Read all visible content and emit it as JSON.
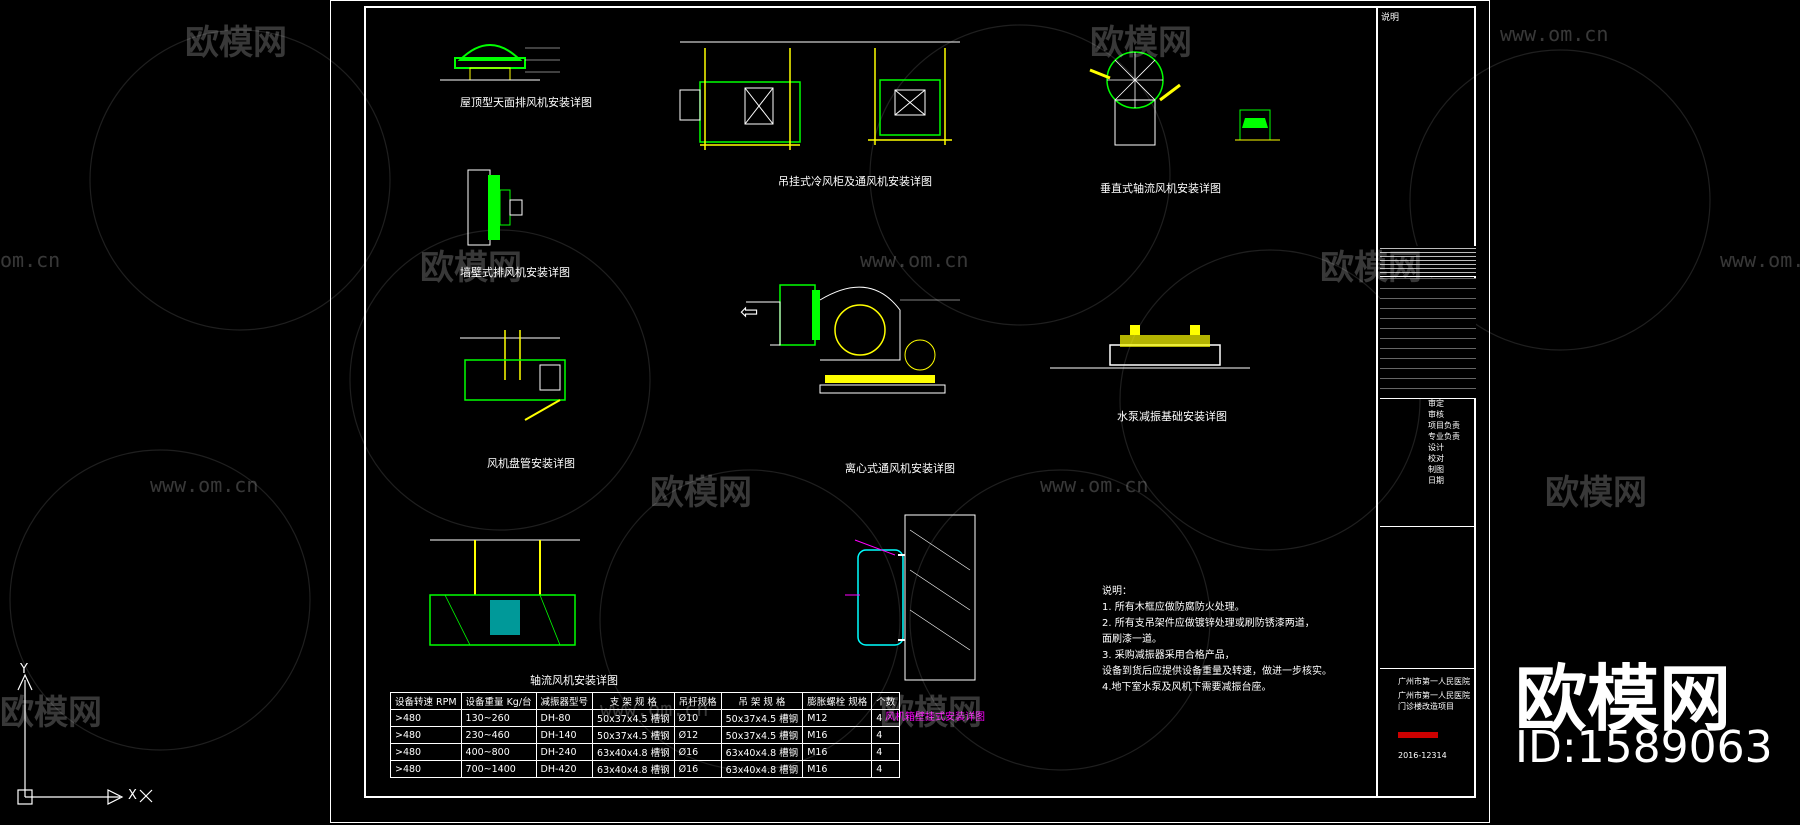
{
  "drawing": {
    "titles": {
      "roof_fan": "屋顶型天面排风机安装详图",
      "hanging_fan": "吊挂式冷风柜及通风机安装详图",
      "vertical_fan": "垂直式轴流风机安装详图",
      "wall_fan": "墙壁式排风机安装详图",
      "duct_fan": "风机盘管安装详图",
      "centrifugal_fan": "离心式通风机安装详图",
      "pump_base": "水泵减振基础安装详图",
      "axial_fan": "轴流风机安装详图",
      "wall_mount_magenta": "风机箱壁挂式安装详图"
    },
    "notes": {
      "heading": "说明：",
      "lines": [
        "1. 所有木框应做防腐防火处理。",
        "2. 所有支吊架件应做镀锌处理或刷防锈漆两道，",
        "面刷漆一道。",
        "3. 采购减振器采用合格产品，",
        "设备到货后应提供设备重量及转速，做进一步核实。",
        "4.地下室水泵及风机下需要减振台座。"
      ]
    },
    "top_right_label": "说明",
    "arrow_left": "⇦"
  },
  "spec_table": {
    "headers": [
      "设备转速 RPM",
      "设备重量 Kg/台",
      "减振器型号",
      "支 架 规 格",
      "吊杆规格",
      "吊 架 规 格",
      "膨胀螺栓 规格",
      "个数"
    ],
    "rows": [
      [
        ">480",
        "130~260",
        "DH-80",
        "50x37x4.5 槽钢",
        "Ø10",
        "50x37x4.5 槽钢",
        "M12",
        "4"
      ],
      [
        ">480",
        "230~460",
        "DH-140",
        "50x37x4.5 槽钢",
        "Ø12",
        "50x37x4.5 槽钢",
        "M16",
        "4"
      ],
      [
        ">480",
        "400~800",
        "DH-240",
        "63x40x4.8 槽钢",
        "Ø16",
        "63x40x4.8 槽钢",
        "M16",
        "4"
      ],
      [
        ">480",
        "700~1400",
        "DH-420",
        "63x40x4.8 槽钢",
        "Ø16",
        "63x40x4.8 槽钢",
        "M16",
        "4"
      ]
    ]
  },
  "title_block": {
    "client": "广州市第一人民医院",
    "project": "广州市第一人民医院 门诊楼改造项目",
    "drawing_no": "2016-12314",
    "roles": [
      "审定",
      "审核",
      "项目负责",
      "专业负责",
      "设计",
      "校对",
      "制图",
      "日期"
    ]
  },
  "watermark": {
    "brand": "欧模网",
    "url": "www.om.cn",
    "url_short": "om.cn",
    "id": "ID:1589063"
  },
  "ucs": {
    "y": "Y",
    "x": "X"
  },
  "colors": {
    "background": "#000000",
    "frame": "#ffffff",
    "green": "#00ff00",
    "yellow": "#ffff00",
    "cyan": "#00ffff",
    "magenta": "#ff00ff"
  }
}
